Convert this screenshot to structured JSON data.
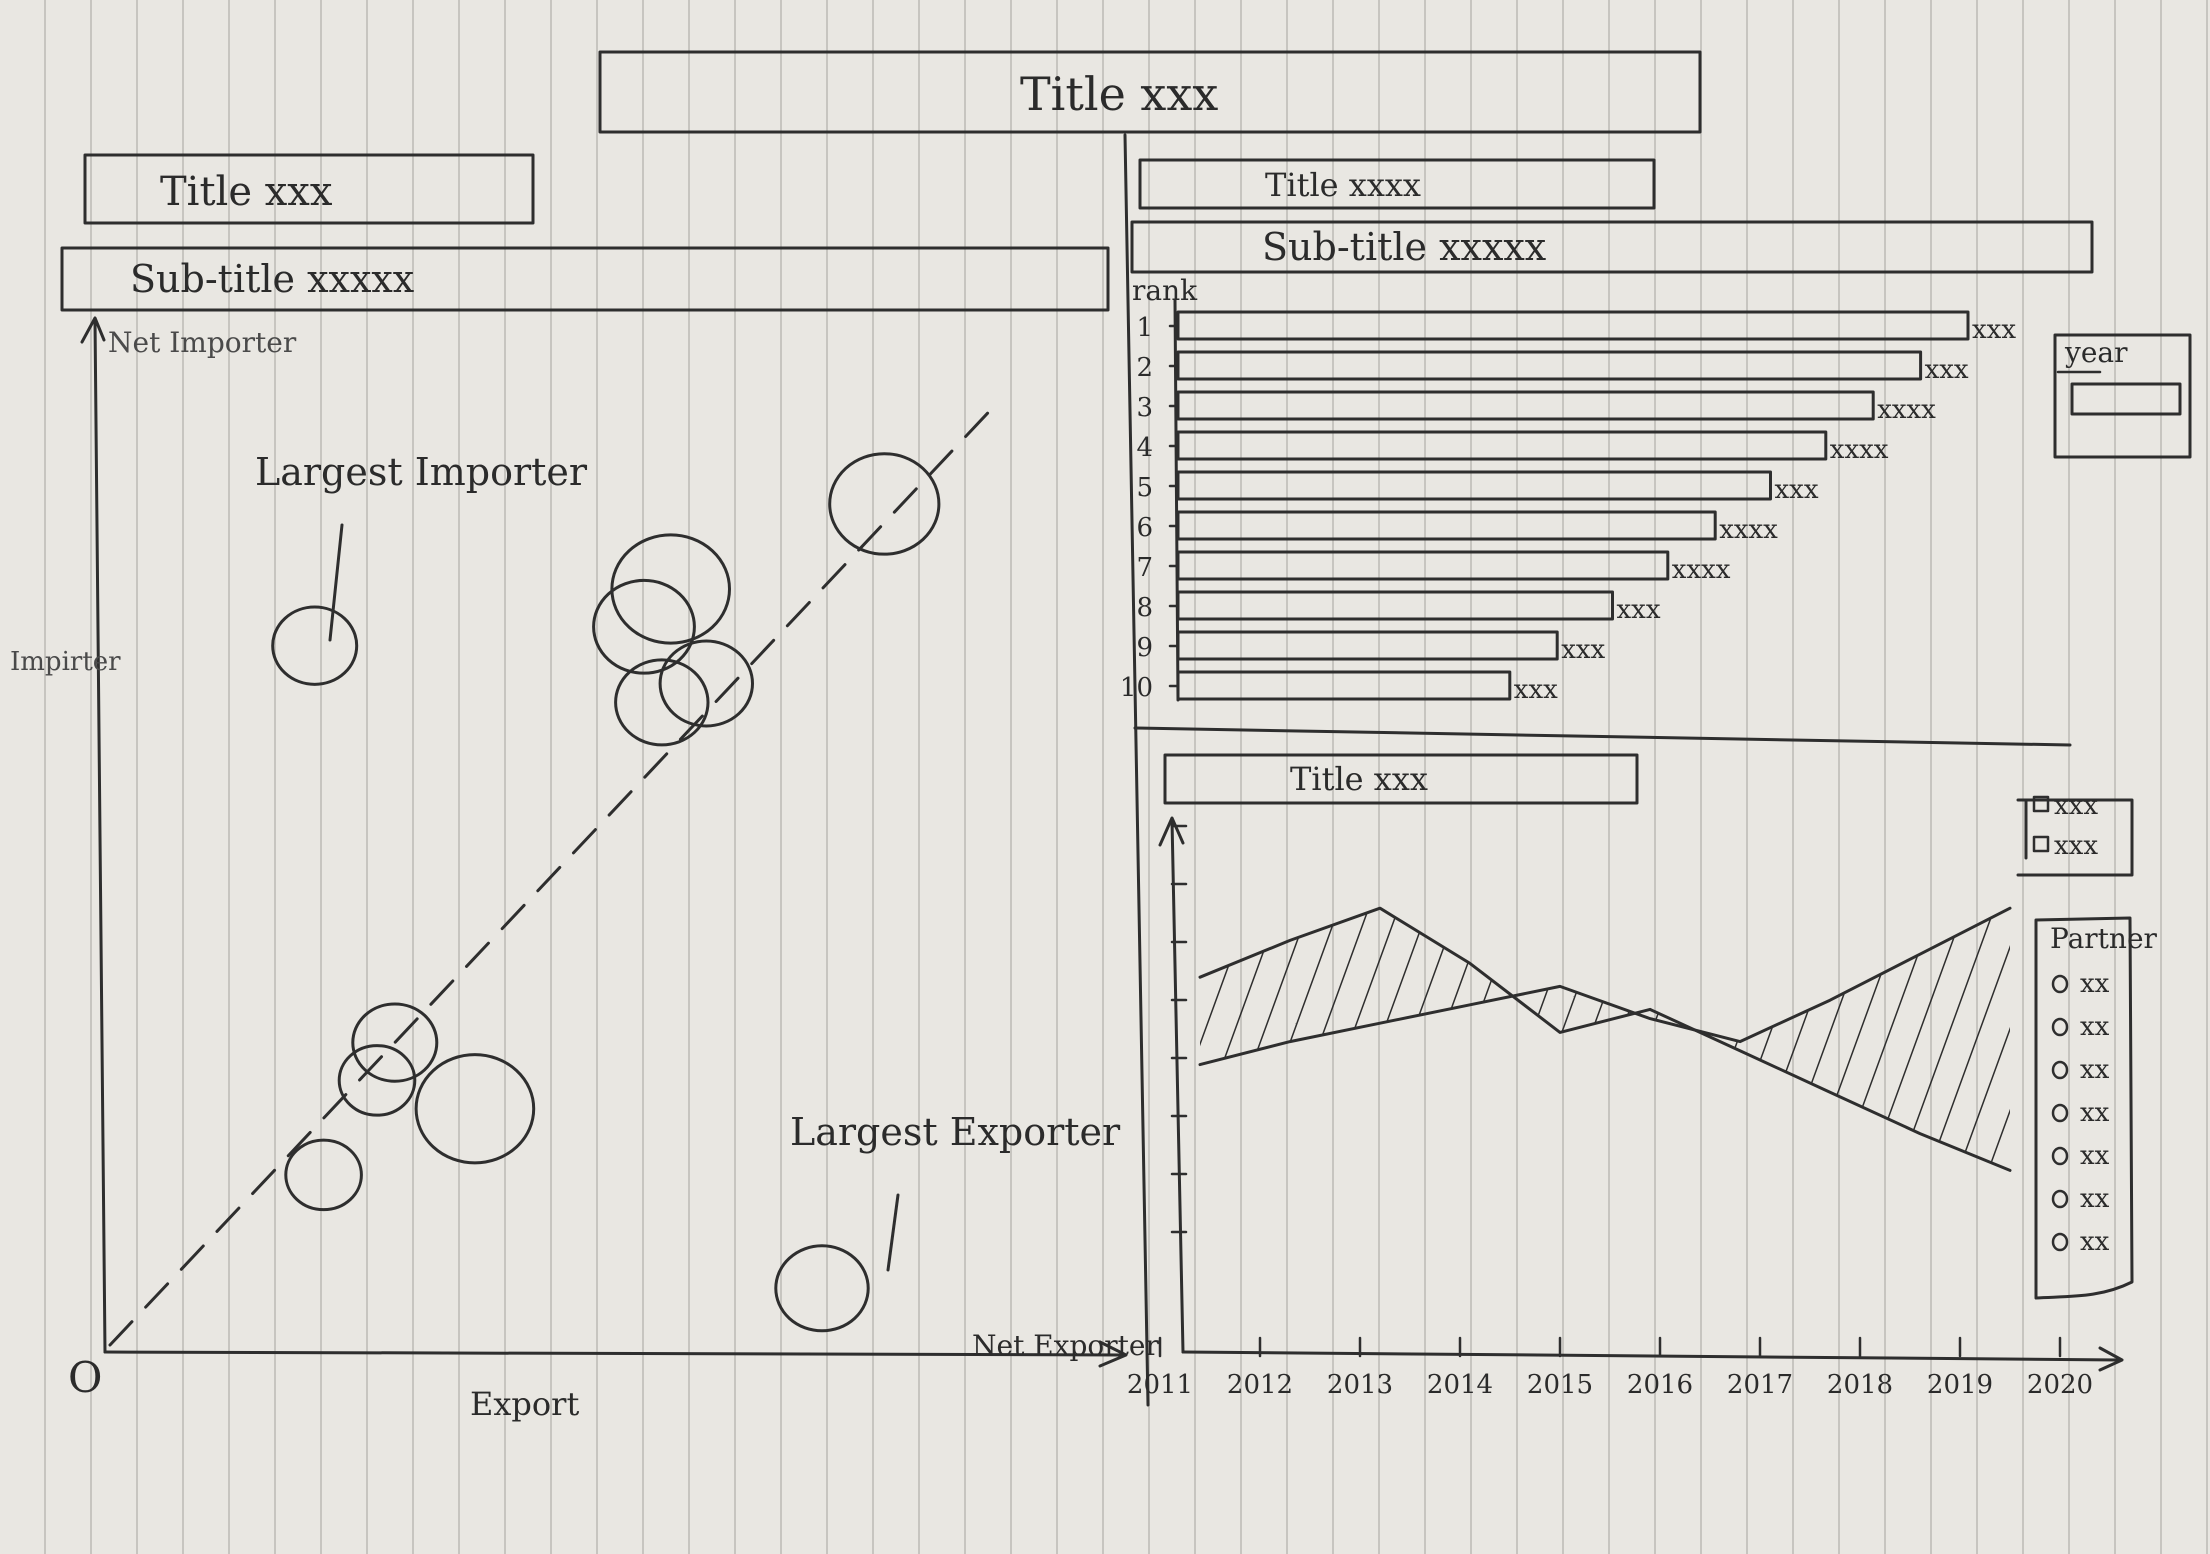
{
  "main_title": "Title xxx",
  "scatter_panel": {
    "title": "Title xxx",
    "subtitle": "Sub-title xxxxx",
    "y_axis_top_label": "Net Importer",
    "y_axis_label": "Impirter",
    "x_axis_label": "Export",
    "x_axis_end_label": "Net Exporter",
    "origin_label": "O",
    "annotation_importer": "Largest Importer",
    "annotation_exporter": "Largest Exporter"
  },
  "rank_panel": {
    "title": "Title xxxx",
    "subtitle": "Sub-title xxxxx",
    "rank_label": "rank",
    "filter_label": "year"
  },
  "line_panel": {
    "title": "Title xxx",
    "legend_items": [
      "xxx",
      "xxx"
    ],
    "partner_title": "Partner",
    "partner_items": [
      "xx",
      "xx",
      "xx",
      "xx",
      "xx",
      "xx",
      "xx"
    ]
  },
  "chart_data": [
    {
      "type": "scatter",
      "title": "Title xxx",
      "subtitle": "Sub-title xxxxx",
      "xlabel": "Export",
      "ylabel": "Impirter",
      "reference_line": "diagonal dashed",
      "points": [
        {
          "x": 2.3,
          "y": 7.4,
          "size": 1.0,
          "label": "Largest Importer"
        },
        {
          "x": 6.3,
          "y": 8.0,
          "size": 1.4
        },
        {
          "x": 6.0,
          "y": 7.6,
          "size": 1.2
        },
        {
          "x": 6.7,
          "y": 7.0,
          "size": 1.1
        },
        {
          "x": 6.2,
          "y": 6.8,
          "size": 1.1
        },
        {
          "x": 8.7,
          "y": 8.9,
          "size": 1.3
        },
        {
          "x": 3.2,
          "y": 3.2,
          "size": 1.0
        },
        {
          "x": 3.0,
          "y": 2.8,
          "size": 0.9
        },
        {
          "x": 4.1,
          "y": 2.5,
          "size": 1.4
        },
        {
          "x": 2.4,
          "y": 1.8,
          "size": 0.9
        },
        {
          "x": 8.0,
          "y": 0.6,
          "size": 1.1,
          "label": "Largest Exporter"
        }
      ]
    },
    {
      "type": "bar",
      "orientation": "horizontal",
      "title": "Title xxxx",
      "subtitle": "Sub-title xxxxx",
      "ylabel": "rank",
      "categories": [
        "1",
        "2",
        "3",
        "4",
        "5",
        "6",
        "7",
        "8",
        "9",
        "10"
      ],
      "values": [
        100,
        94,
        88,
        82,
        75,
        68,
        62,
        55,
        48,
        42
      ],
      "value_labels": [
        "xxx",
        "xxx",
        "xxxx",
        "xxxx",
        "xxx",
        "xxxx",
        "xxxx",
        "xxx",
        "xxx",
        "xxx"
      ]
    },
    {
      "type": "area",
      "title": "Title xxx",
      "x": [
        "2011",
        "2012",
        "2013",
        "2014",
        "2015",
        "2016",
        "2017",
        "2018",
        "2019",
        "2020"
      ],
      "series": [
        {
          "name": "xxx",
          "values": [
            6.8,
            7.6,
            8.3,
            7.1,
            5.6,
            6.1,
            5.2,
            4.3,
            3.4,
            2.6
          ]
        },
        {
          "name": "xxx",
          "values": [
            4.9,
            5.4,
            5.8,
            6.2,
            6.6,
            5.9,
            5.4,
            6.3,
            7.3,
            8.3
          ]
        }
      ],
      "legend": "top-right"
    }
  ]
}
